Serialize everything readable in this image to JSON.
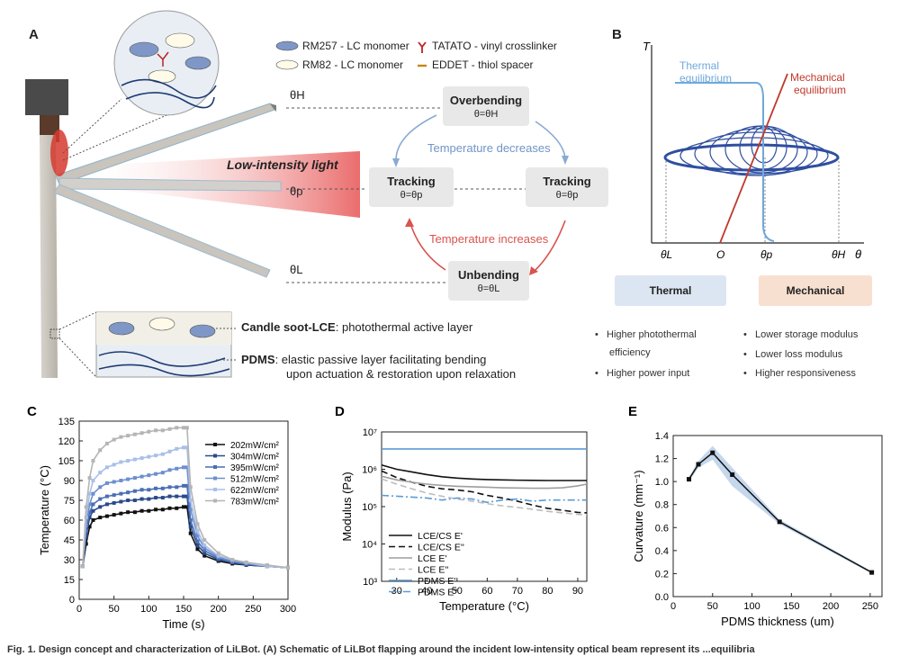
{
  "panelA": {
    "letter": "A",
    "legend": [
      {
        "label": "RM257 - LC monomer",
        "icon": "blue-ellipse-icon"
      },
      {
        "label": "RM82 -  LC monomer",
        "icon": "white-ellipse-icon"
      },
      {
        "label": "TATATO - vinyl crosslinker",
        "icon": "red-y-icon"
      },
      {
        "label": "EDDET -  thiol spacer",
        "icon": "orange-dash-icon"
      }
    ],
    "theta_h": "θH",
    "theta_p": "θp",
    "theta_l": "θL",
    "light_label": "Low-intensity light",
    "states": {
      "overbending": {
        "title": "Overbending",
        "sub": "θ=θH"
      },
      "tracking_left": {
        "title": "Tracking",
        "sub": "θ=θp"
      },
      "tracking_right": {
        "title": "Tracking",
        "sub": "θ=θp"
      },
      "unbending": {
        "title": "Unbending",
        "sub": "θ=θL"
      }
    },
    "temp_decreases": "Temperature decreases",
    "temp_increases": "Temperature increases",
    "layer1_bold": "Candle soot-LCE",
    "layer1_rest": ": photothermal active layer",
    "layer2_bold": "PDMS",
    "layer2_rest": ": elastic passive layer facilitating bending",
    "layer2_line2": "upon actuation & restoration upon relaxation"
  },
  "panelB": {
    "letter": "B",
    "y_axis": "T",
    "x_axis": "θ",
    "thermal_eq": [
      "Thermal",
      "equilibrium"
    ],
    "mech_eq": [
      "Mechanical",
      "equilibrium"
    ],
    "ticks": [
      "θL",
      "O",
      "θp",
      "θH"
    ],
    "thermal_chip": "Thermal",
    "mechanical_chip": "Mechanical",
    "thermal_bullets": [
      "Higher photothermal",
      "efficiency",
      "Higher power input"
    ],
    "mech_bullets": [
      "Lower storage modulus",
      "Lower loss modulus",
      "Higher responsiveness"
    ],
    "colors": {
      "thermal": "#6fa8dc",
      "mechanical": "#c0392b",
      "chip_thermal": "#dce6f2",
      "chip_mech": "#f8e0d0"
    }
  },
  "chart_data": [
    {
      "id": "C",
      "type": "line",
      "letter": "C",
      "xlabel": "Time (s)",
      "ylabel": "Temperature (°C)",
      "xlim": [
        0,
        300
      ],
      "ylim": [
        0,
        135
      ],
      "xticks": [
        0,
        50,
        100,
        150,
        200,
        250,
        300
      ],
      "yticks": [
        0,
        15,
        30,
        45,
        60,
        75,
        90,
        105,
        120,
        135
      ],
      "x": [
        5,
        10,
        15,
        20,
        30,
        40,
        50,
        60,
        70,
        80,
        90,
        100,
        110,
        120,
        130,
        140,
        150,
        155,
        160,
        170,
        180,
        200,
        220,
        240,
        270,
        300
      ],
      "series": [
        {
          "name": "202mW/cm²",
          "color": "#111111",
          "values": [
            25,
            42,
            55,
            60,
            62,
            63,
            64,
            65,
            66,
            66,
            67,
            67,
            68,
            68,
            69,
            69,
            70,
            70,
            50,
            38,
            33,
            29,
            27,
            26,
            25,
            24
          ]
        },
        {
          "name": "304mW/cm²",
          "color": "#2b4a8a",
          "values": [
            25,
            48,
            62,
            67,
            70,
            72,
            73,
            74,
            75,
            75,
            76,
            76,
            77,
            77,
            78,
            78,
            78,
            78,
            55,
            41,
            35,
            30,
            28,
            26,
            25,
            24
          ]
        },
        {
          "name": "395mW/cm²",
          "color": "#4a6fb5",
          "values": [
            25,
            52,
            66,
            72,
            76,
            78,
            79,
            80,
            81,
            82,
            83,
            83,
            84,
            84,
            85,
            85,
            86,
            86,
            60,
            44,
            37,
            31,
            28,
            27,
            25,
            24
          ]
        },
        {
          "name": "512mW/cm²",
          "color": "#6d8fd0",
          "values": [
            25,
            56,
            72,
            80,
            85,
            88,
            89,
            90,
            91,
            92,
            93,
            94,
            95,
            96,
            98,
            99,
            100,
            100,
            68,
            48,
            39,
            32,
            29,
            27,
            25,
            24
          ]
        },
        {
          "name": "622mW/cm²",
          "color": "#a9c0e8",
          "values": [
            25,
            62,
            80,
            90,
            96,
            100,
            102,
            104,
            105,
            106,
            107,
            108,
            109,
            110,
            112,
            114,
            115,
            115,
            75,
            52,
            41,
            33,
            30,
            28,
            25,
            24
          ]
        },
        {
          "name": "783mW/cm²",
          "color": "#b5b5b5",
          "values": [
            25,
            70,
            92,
            105,
            113,
            118,
            121,
            123,
            124,
            125,
            126,
            127,
            128,
            128,
            129,
            130,
            130,
            130,
            85,
            57,
            45,
            35,
            30,
            28,
            26,
            24
          ]
        }
      ]
    },
    {
      "id": "D",
      "type": "line",
      "letter": "D",
      "xlabel": "Temperature (°C)",
      "ylabel": "Modulus (Pa)",
      "xlim": [
        25,
        93
      ],
      "ylim_log10": [
        3,
        7
      ],
      "xticks": [
        30,
        40,
        50,
        60,
        70,
        80,
        90
      ],
      "ytick_labels": [
        "10³",
        "10⁴",
        "10⁵",
        "10⁶",
        "10⁷"
      ],
      "log_y": true,
      "x": [
        25,
        30,
        35,
        40,
        45,
        50,
        55,
        60,
        65,
        70,
        75,
        80,
        85,
        90,
        93
      ],
      "series": [
        {
          "name": "LCE/CS E'",
          "color": "#111111",
          "dash": "",
          "values": [
            1300000,
            1000000,
            850000,
            720000,
            630000,
            580000,
            550000,
            530000,
            520000,
            510000,
            505000,
            500000,
            500000,
            500000,
            500000
          ]
        },
        {
          "name": "LCE/CS E''",
          "color": "#111111",
          "dash": "7,4",
          "values": [
            900000,
            600000,
            450000,
            350000,
            300000,
            280000,
            250000,
            200000,
            170000,
            140000,
            110000,
            90000,
            80000,
            70000,
            68000
          ]
        },
        {
          "name": "LCE E'",
          "color": "#9e9e9e",
          "dash": "",
          "values": [
            650000,
            520000,
            450000,
            400000,
            370000,
            350000,
            340000,
            330000,
            320000,
            315000,
            310000,
            310000,
            320000,
            360000,
            400000
          ]
        },
        {
          "name": "LCE E''",
          "color": "#bdbdbd",
          "dash": "7,4",
          "values": [
            550000,
            400000,
            300000,
            230000,
            190000,
            160000,
            140000,
            120000,
            105000,
            95000,
            85000,
            75000,
            68000,
            62000,
            60000
          ]
        },
        {
          "name": "PDMS E'",
          "color": "#5b9bd5",
          "dash": "",
          "values": [
            3500000,
            3500000,
            3500000,
            3500000,
            3500000,
            3500000,
            3500000,
            3500000,
            3500000,
            3500000,
            3500000,
            3500000,
            3500000,
            3500000,
            3500000
          ]
        },
        {
          "name": "PDMS E''",
          "color": "#5b9bd5",
          "dash": "8,3,2,3",
          "values": [
            200000,
            190000,
            180000,
            170000,
            150000,
            170000,
            160000,
            130000,
            150000,
            160000,
            140000,
            150000,
            150000,
            150000,
            150000
          ]
        }
      ]
    },
    {
      "id": "E",
      "type": "line",
      "letter": "E",
      "xlabel": "PDMS thickness (um)",
      "ylabel": "Curvature (mm⁻¹)",
      "xlim": [
        0,
        265
      ],
      "ylim": [
        0,
        1.4
      ],
      "xticks": [
        0,
        50,
        100,
        150,
        200,
        250
      ],
      "yticks": [
        0,
        0.2,
        0.4,
        0.6,
        0.8,
        1.0,
        1.2,
        1.4
      ],
      "x": [
        20,
        32,
        50,
        75,
        135,
        252
      ],
      "values": [
        1.02,
        1.15,
        1.25,
        1.06,
        0.65,
        0.21
      ],
      "band_upper": [
        1.04,
        1.18,
        1.31,
        1.12,
        0.67,
        0.22
      ],
      "band_lower": [
        1.0,
        1.12,
        1.19,
        0.96,
        0.63,
        0.2
      ],
      "color": "#111111",
      "band_color": "#b7cde8"
    }
  ],
  "caption": "Fig. 1. Design concept and characterization of LiLBot. (A) Schematic of LiLBot flapping around the incident low-intensity optical beam represent its ...equilibria"
}
